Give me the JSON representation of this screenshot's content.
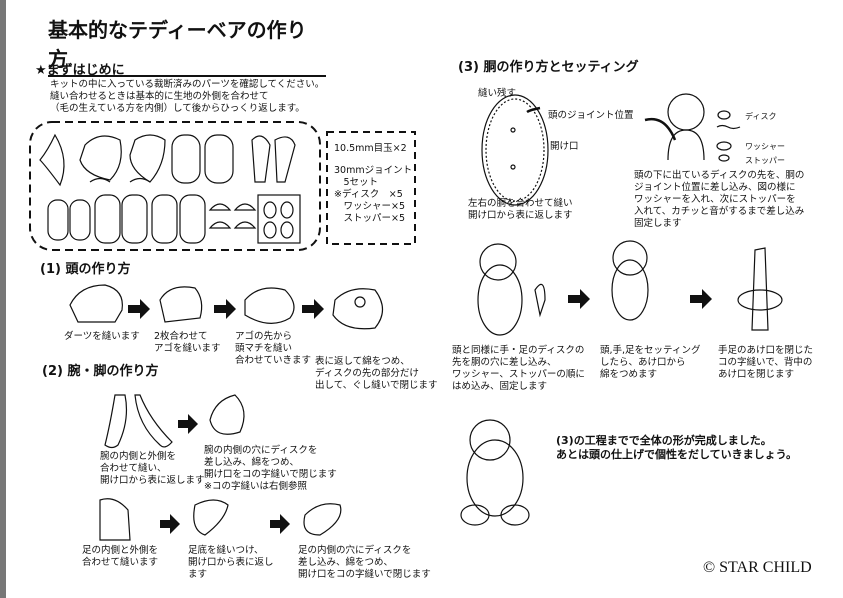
{
  "title": "基本的なテディーベアの作り方",
  "intro": {
    "heading": "★まずはじめに",
    "lines": [
      "キットの中に入っている裁断済みのパーツを確認してください。",
      "縫い合わせるときは基本的に生地の外側を合わせて",
      "（毛の生えている方を内側）して後からひっくり返します。"
    ]
  },
  "kit_contents": [
    "10.5mm目玉×2",
    "30mmジョイント",
    "　5セット",
    "※ディスク　×5",
    "　ワッシャー×5",
    "　ストッパー×5"
  ],
  "head": {
    "heading": "(1) 頭の作り方",
    "steps": [
      "ダーツを縫います",
      "2枚合わせて\nアゴを縫います",
      "アゴの先から\n頭マチを縫い\n合わせていきます",
      "表に返して綿をつめ、\nディスクの先の部分だけ\n出して、ぐし縫いで閉じます"
    ]
  },
  "limbs": {
    "heading": "(2) 腕・脚の作り方",
    "arm_steps": [
      "腕の内側と外側を\n合わせて縫い、\n開け口から表に返します",
      "腕の内側の穴にディスクを\n差し込み、綿をつめ、\n開け口をコの字縫いで閉じます\n※コの字縫いは右側参照"
    ],
    "leg_steps": [
      "足の内側と外側を\n合わせて縫います",
      "足底を縫いつけ、\n開け口から表に返し\nます",
      "足の内側の穴にディスクを\n差し込み、綿をつめ、\n開け口をコの字縫いで閉じます"
    ]
  },
  "body": {
    "heading": "(3) 胴の作り方とセッティング",
    "labels": {
      "leave_open": "縫い残す",
      "joint_pos": "頭のジョイント位置",
      "opening": "開け口",
      "disc": "ディスク",
      "washer": "ワッシャー",
      "stopper": "ストッパー"
    },
    "steps": [
      "左右の胴を合わせて縫い\n開け口から表に返します",
      "頭の下に出ているディスクの先を、胴の\nジョイント位置に差し込み、図の様に\nワッシャーを入れ、次にストッパーを\n入れて、カチッと音がするまで差し込み\n固定します",
      "頭と同様に手・足のディスクの\n先を胴の穴に差し込み、\nワッシャー、ストッパーの順に\nはめ込み、固定します",
      "頭,手,足をセッティング\nしたら、あけ口から\n綿をつめます",
      "手足のあけ口を閉じた\nコの字縫いで、背中の\nあけ口を閉じます"
    ]
  },
  "finish": "(3)の工程までで全体の形が完成しました。\nあとは頭の仕上げで個性をだしていきましょう。",
  "copyright": "© STAR CHILD"
}
